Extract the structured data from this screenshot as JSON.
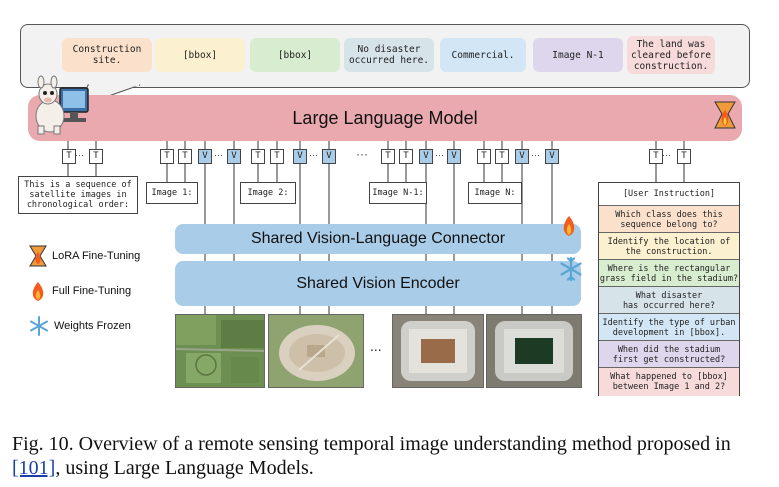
{
  "outputs": [
    {
      "text": "Construction\nsite.",
      "color": "#fbe1cc"
    },
    {
      "text": "[bbox]",
      "color": "#fbf0cf"
    },
    {
      "text": "[bbox]",
      "color": "#d8eccf"
    },
    {
      "text": "No disaster\noccurred here.",
      "color": "#d6e4ea"
    },
    {
      "text": "Commercial.",
      "color": "#d3e6f5"
    },
    {
      "text": "Image N-1",
      "color": "#ddd6ec"
    },
    {
      "text": "The land was\ncleared before\nconstruction.",
      "color": "#f7dada"
    }
  ],
  "llm": {
    "label": "Large Language Model"
  },
  "tokens": {
    "t": "T",
    "v": "V",
    "ellipsis": "···",
    "gap": "···"
  },
  "sequence_box": {
    "text": "This is a sequence of\nsatellite images in\nchronological order:"
  },
  "image_labels": [
    "Image 1:",
    "Image 2:",
    "Image N-1:",
    "Image N:"
  ],
  "connector": {
    "label": "Shared Vision-Language Connector"
  },
  "encoder": {
    "label": "Shared Vision Encoder"
  },
  "image_gap": "...",
  "instructions": {
    "header": "[User Instruction]",
    "items": [
      {
        "text": "Which class does this\nsequence belong to?",
        "color": "#fbe1cc"
      },
      {
        "text": "Identify the location of\nthe construction.",
        "color": "#fbf0cf"
      },
      {
        "text": "Where is the rectangular\ngrass field in the stadium?",
        "color": "#d8eccf"
      },
      {
        "text": "What disaster\nhas occurred here?",
        "color": "#d6e4ea"
      },
      {
        "text": "Identify the type of urban\ndevelopment in [bbox].",
        "color": "#d3e6f5"
      },
      {
        "text": "When did the stadium\nfirst get constructed?",
        "color": "#ddd6ec"
      },
      {
        "text": "What happened to [bbox]\nbetween Image 1 and 2?",
        "color": "#f7dada"
      }
    ]
  },
  "legend": [
    {
      "label": "LoRA Fine-Tuning",
      "icon": "lora-icon"
    },
    {
      "label": "Full Fine-Tuning",
      "icon": "fire-icon"
    },
    {
      "label": "Weights Frozen",
      "icon": "snowflake-icon"
    }
  ],
  "caption": {
    "prefix": "Fig. 10.  Overview of a remote sensing temporal image understanding method proposed in ",
    "ref": "[101]",
    "suffix": ", using Large Language Models."
  }
}
